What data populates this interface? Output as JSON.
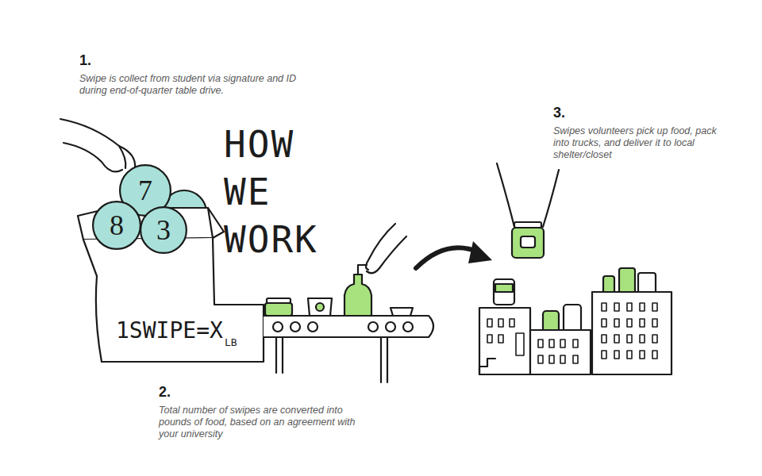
{
  "diagram": {
    "title": "HOW WE WORK",
    "nodes": [
      {
        "text": [
          "7"
        ]
      },
      {
        "text": [
          "8"
        ]
      },
      {
        "text": [
          "3"
        ]
      }
    ],
    "labels": [
      "1.",
      "Swipe is collect from student via signature and ID during end-of-quarter table drive.",
      "1SWIPE=X",
      "LB",
      "2.",
      "Total number of swipes are converted into pounds of food, based on an agreement with your university",
      "3.",
      "Swipes volunteers pick up food, pack into trucks, and deliver it to local shelter/closet"
    ]
  }
}
